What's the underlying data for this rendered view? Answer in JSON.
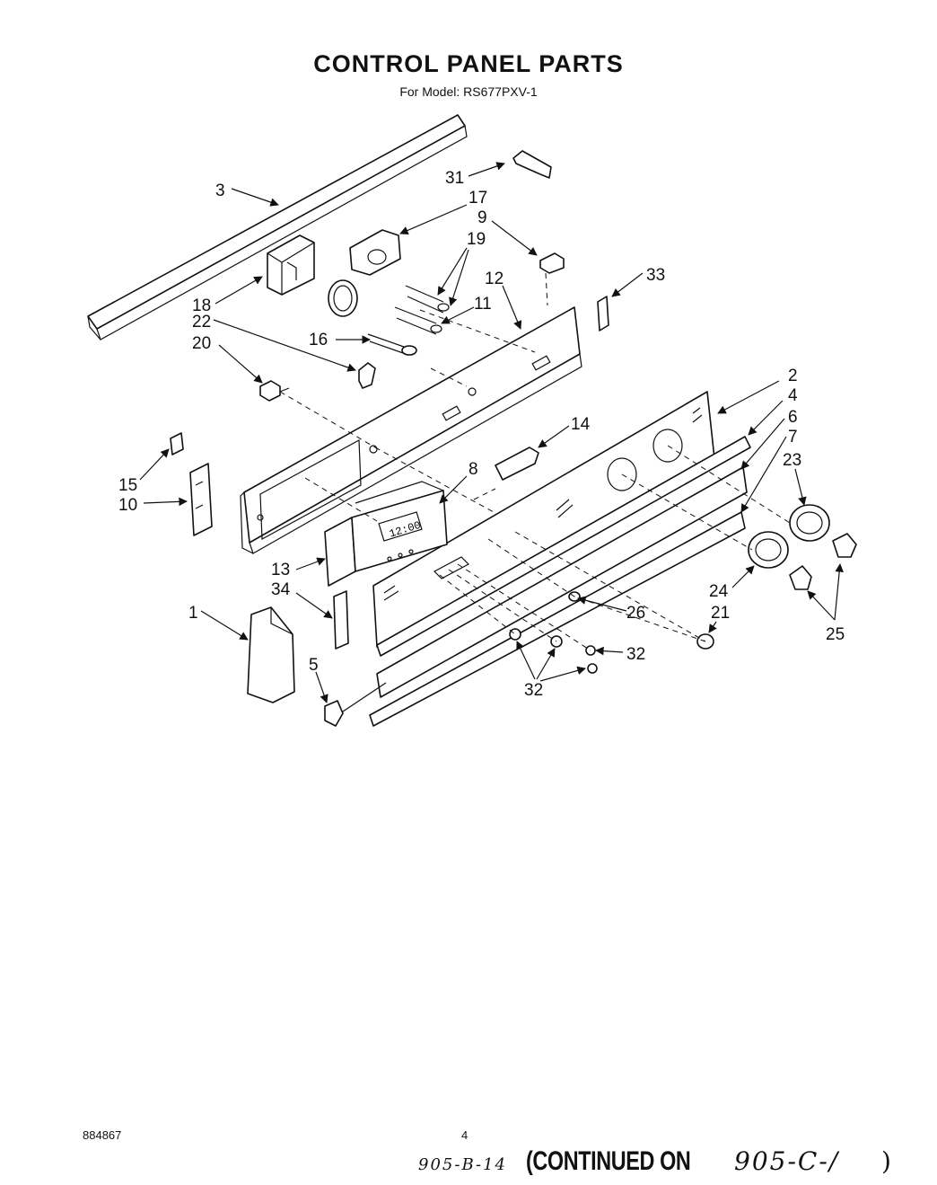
{
  "header": {
    "title": "CONTROL PANEL PARTS",
    "subtitle": "For Model: RS677PXV-1"
  },
  "footer": {
    "doc_number": "884867",
    "page_number": "4",
    "handwritten_ref": "905-B-14",
    "continued_text": "(CONTINUED ON",
    "continued_ref": "905-C-/",
    "continued_close": ")"
  },
  "diagram": {
    "display_text": "12:00",
    "callouts": [
      "3",
      "31",
      "17",
      "9",
      "19",
      "12",
      "33",
      "18",
      "11",
      "22",
      "16",
      "20",
      "2",
      "4",
      "6",
      "14",
      "7",
      "23",
      "8",
      "15",
      "10",
      "13",
      "34",
      "1",
      "24",
      "21",
      "26",
      "25",
      "32",
      "32",
      "5"
    ]
  }
}
